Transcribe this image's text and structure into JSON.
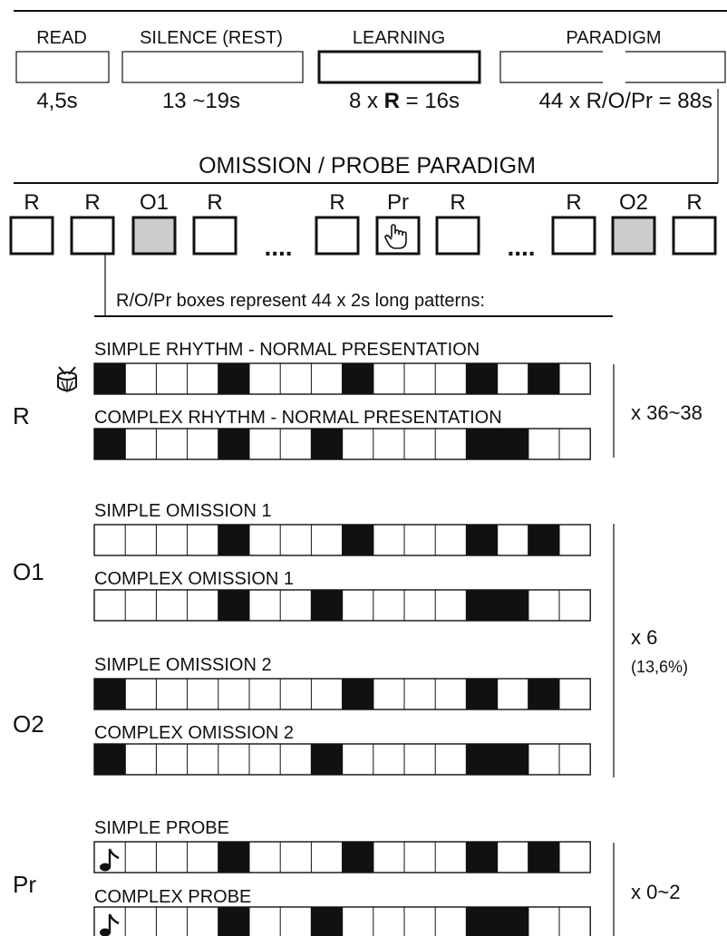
{
  "phases": [
    {
      "label": "READ",
      "duration": "4,5s"
    },
    {
      "label": "SILENCE (REST)",
      "duration": "13 ~19s"
    },
    {
      "label": "LEARNING",
      "duration_pre": "8 x ",
      "duration_bold": "R",
      "duration_post": " = 16s"
    },
    {
      "label": "PARADIGM",
      "duration": "44 x R/O/Pr = 88s"
    }
  ],
  "paradigm_title": "OMISSION / PROBE PARADIGM",
  "sequence": [
    "R",
    "R",
    "O1",
    "R",
    "....",
    "R",
    "Pr",
    "R",
    "....",
    "R",
    "O2",
    "R"
  ],
  "ellipsis": "....",
  "note": "R/O/Pr boxes represent 44 x 2s long patterns:",
  "groups": {
    "R": {
      "label": "R",
      "count": "x 36~38"
    },
    "O1": {
      "label": "O1"
    },
    "O2": {
      "label": "O2"
    },
    "O_shared": {
      "count": "x 6",
      "percent": "(13,6%)"
    },
    "Pr": {
      "label": "Pr",
      "count": "x 0~2"
    }
  },
  "patterns": [
    {
      "title": "SIMPLE RHYTHM - NORMAL PRESENTATION",
      "icon": "drum-icon",
      "cells": [
        1,
        0,
        0,
        0,
        1,
        0,
        0,
        0,
        1,
        0,
        0,
        0,
        1,
        0,
        1,
        0
      ]
    },
    {
      "title": "COMPLEX RHYTHM - NORMAL PRESENTATION",
      "cells": [
        1,
        0,
        0,
        0,
        1,
        0,
        0,
        1,
        0,
        0,
        0,
        0,
        1,
        1,
        0,
        0
      ]
    },
    {
      "title": "SIMPLE OMISSION 1",
      "cells": [
        0,
        0,
        0,
        0,
        1,
        0,
        0,
        0,
        1,
        0,
        0,
        0,
        1,
        0,
        1,
        0
      ]
    },
    {
      "title": "COMPLEX OMISSION 1",
      "cells": [
        0,
        0,
        0,
        0,
        1,
        0,
        0,
        1,
        0,
        0,
        0,
        0,
        1,
        1,
        0,
        0
      ]
    },
    {
      "title": "SIMPLE OMISSION 2",
      "cells": [
        1,
        0,
        0,
        0,
        0,
        0,
        0,
        0,
        1,
        0,
        0,
        0,
        1,
        0,
        1,
        0
      ]
    },
    {
      "title": "COMPLEX OMISSION 2",
      "cells": [
        1,
        0,
        0,
        0,
        0,
        0,
        0,
        1,
        0,
        0,
        0,
        0,
        1,
        1,
        0,
        0
      ]
    },
    {
      "title": "SIMPLE PROBE",
      "first_icon": "music-note-icon",
      "cells": [
        0,
        0,
        0,
        0,
        1,
        0,
        0,
        0,
        1,
        0,
        0,
        0,
        1,
        0,
        1,
        0
      ]
    },
    {
      "title": "COMPLEX PROBE",
      "first_icon": "music-note-icon",
      "cells": [
        0,
        0,
        0,
        0,
        1,
        0,
        0,
        1,
        0,
        0,
        0,
        0,
        1,
        1,
        0,
        0
      ]
    }
  ],
  "colors": {
    "ink": "#111111",
    "omission_fill": "#cccccc",
    "line": "#333333"
  }
}
